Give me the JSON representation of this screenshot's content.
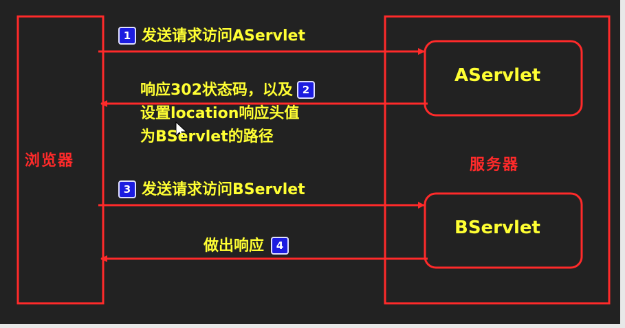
{
  "colors": {
    "background": "#222222",
    "line": "#ff2a2a",
    "text_yellow": "#ffff33",
    "text_red": "#ff2a2a",
    "badge": "#1c1ce0"
  },
  "browser_label": "浏览器",
  "server_label": "服务器",
  "nodes": {
    "a": "AServlet",
    "b": "BServlet"
  },
  "steps": [
    {
      "number": "1",
      "text": "发送请求访问AServlet"
    },
    {
      "number": "2",
      "lines": [
        "响应302状态码，以及",
        "设置location响应头值",
        "为BServlet的路径"
      ]
    },
    {
      "number": "3",
      "text": "发送请求访问BServlet"
    },
    {
      "number": "4",
      "text": "做出响应"
    }
  ],
  "cursor": "mouse-pointer-icon"
}
